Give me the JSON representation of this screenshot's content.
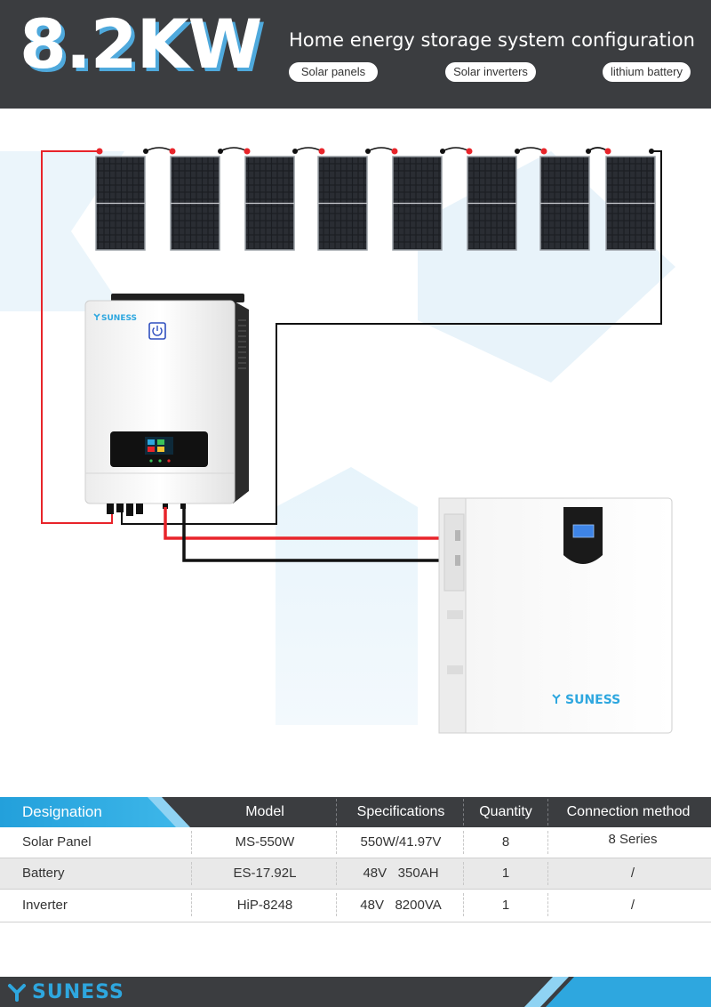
{
  "header": {
    "power": "8.2KW",
    "title": "Home energy storage system configuration",
    "tags": [
      "Solar panels",
      "Solar inverters",
      "lithium battery"
    ]
  },
  "diagram": {
    "inverter_brand": "SUNESS",
    "battery_brand": "SUNESS",
    "panel_count": 8,
    "colors": {
      "positive_wire": "#e8242a",
      "negative_wire": "#111111",
      "accent": "#2ea7df"
    }
  },
  "table": {
    "headers": [
      "Designation",
      "Model",
      "Specifications",
      "Quantity",
      "Connection method"
    ],
    "rows": [
      [
        "Solar Panel",
        "MS-550W",
        "550W/41.97V",
        "8",
        "8 Series"
      ],
      [
        "Battery",
        "ES-17.92L",
        "48V   350AH",
        "1",
        "/"
      ],
      [
        "Inverter",
        "HiP-8248",
        "48V   8200VA",
        "1",
        "/"
      ]
    ]
  },
  "footer": {
    "brand": "SUNESS"
  }
}
